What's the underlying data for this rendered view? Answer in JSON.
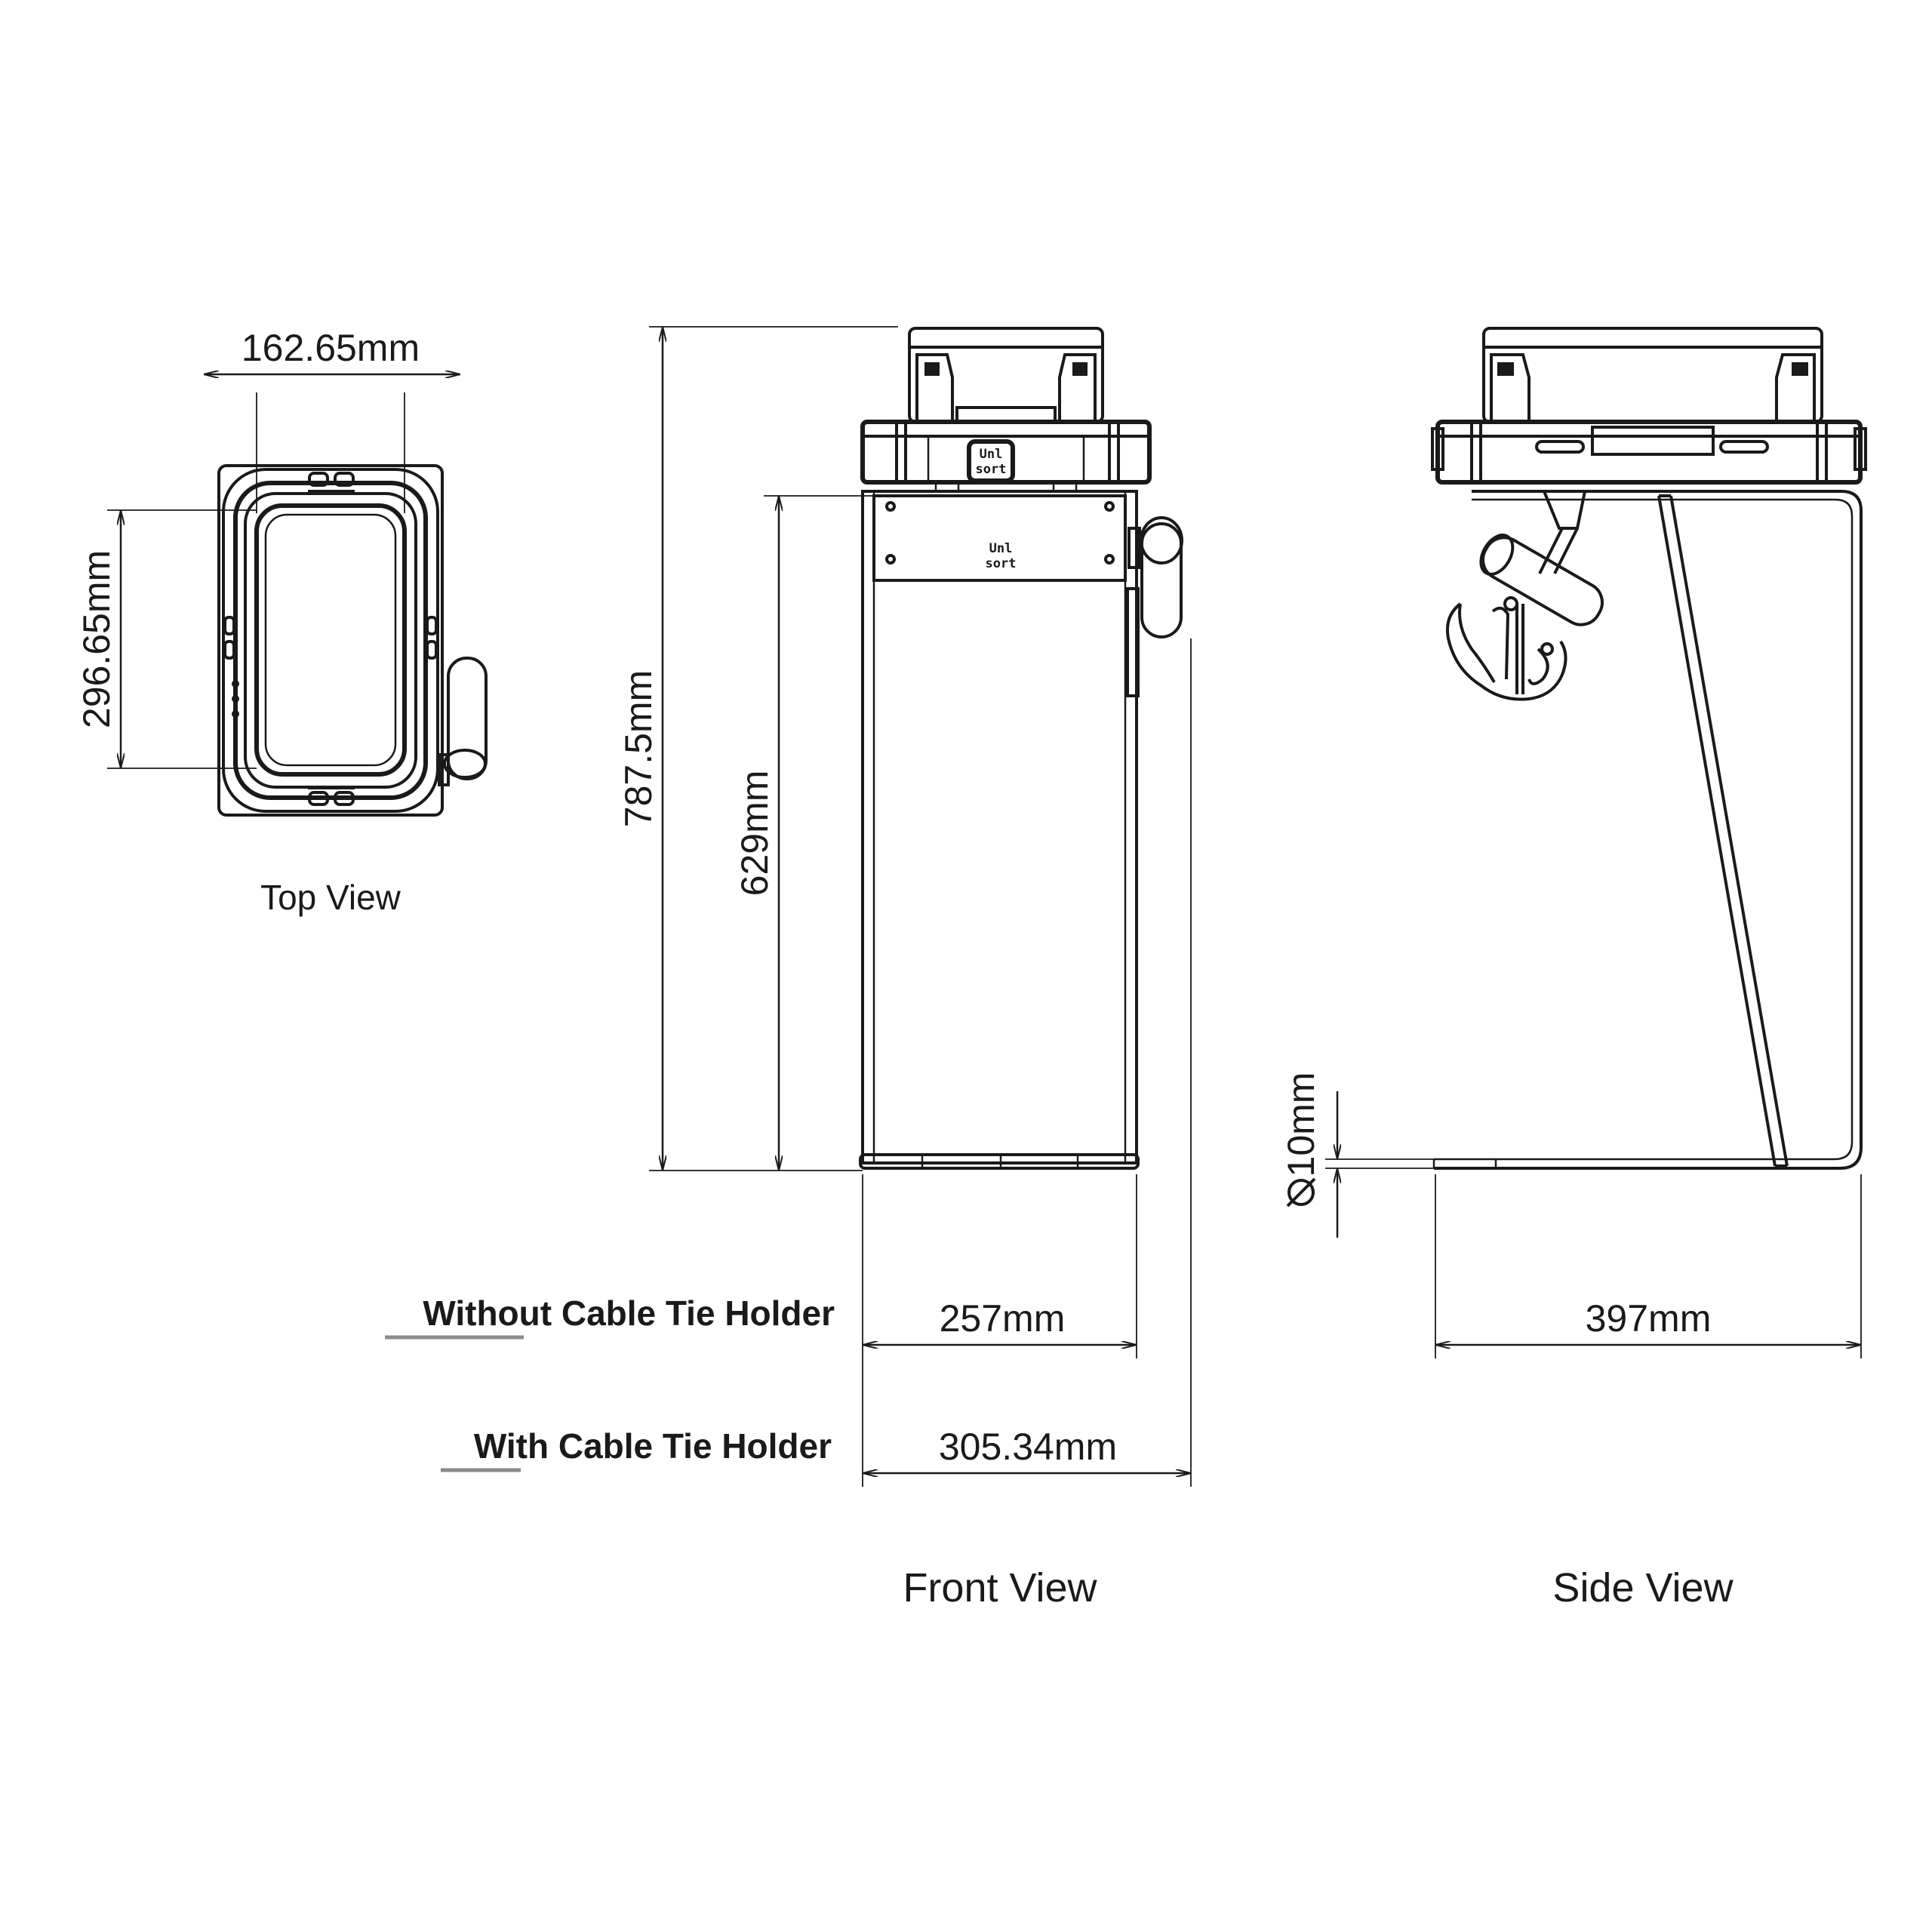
{
  "views": {
    "top": {
      "caption": "Top View",
      "width_dim": "162.65mm",
      "depth_dim": "296.65mm"
    },
    "front": {
      "caption": "Front View",
      "total_height_dim": "787.5mm",
      "body_height_dim": "629mm",
      "width_without_dim": "257mm",
      "width_with_dim": "305.34mm",
      "logo_line1": "Unl",
      "logo_line2": "sort"
    },
    "side": {
      "caption": "Side View",
      "depth_dim": "397mm",
      "rod_dim": "10mm"
    }
  },
  "labels": {
    "without_holder": {
      "underlined": "Without",
      "rest": " Cable Tie Holder"
    },
    "with_holder": {
      "underlined": "With",
      "rest": " Cable Tie Holder"
    }
  },
  "colors": {
    "line": "#1a1a1a",
    "underline": "#8a8a8a",
    "background": "#ffffff"
  }
}
